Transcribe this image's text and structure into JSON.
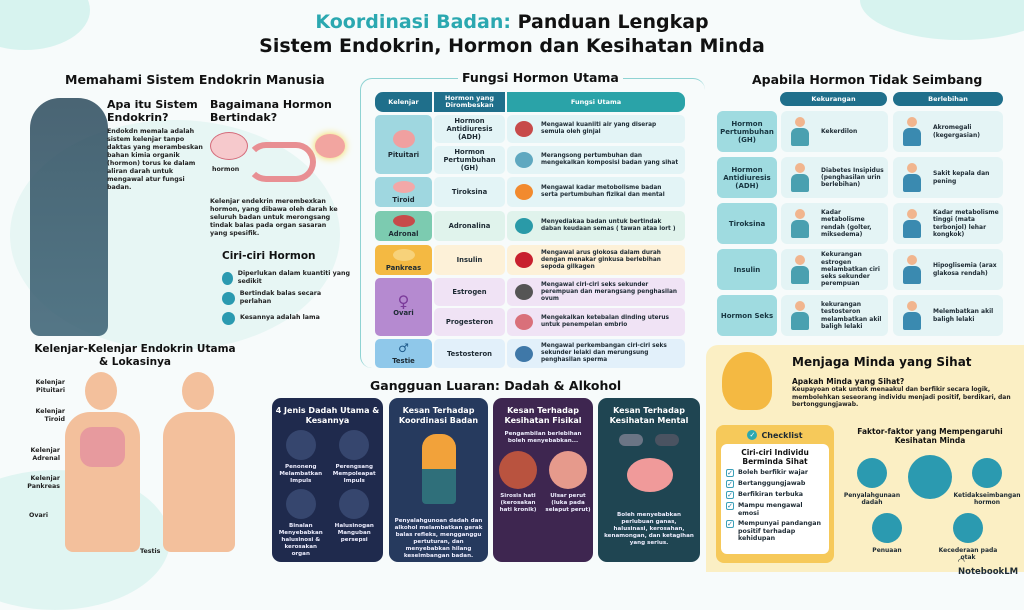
{
  "title": {
    "accent": "Koordinasi Badan:",
    "rest": " Panduan Lengkap",
    "line2": "Sistem Endokrin, Hormon dan Kesihatan Minda"
  },
  "colors": {
    "accent": "#2ba8b0",
    "header": "#1f6f8b",
    "pituitari": "#9fd7e0",
    "tiroid": "#9fd7e0",
    "adrenal": "#7ccbb0",
    "pankreas": "#f4b942",
    "ovari": "#b58ad0",
    "testie": "#8fc8ea",
    "dark_card": "#22284a",
    "mind_bg": "#fbefc4"
  },
  "understanding": {
    "title": "Memahami Sistem Endokrin Manusia",
    "what": {
      "heading": "Apa itu Sistem Endokrin?",
      "text": "Endokdn memala adalah sistem kelenjar tanpo daktas yang merambeskan bahan kimia organik (hormon) torus ke dalam aliran darah untuk mengawal atur fungsi badan."
    },
    "how": {
      "heading": "Bagaimana Hormon Bertindak?",
      "hormone_label": "hormon",
      "text": "Kelenjar endekrin merembexkan hormon, yang dibawa oleh darah ke seluruh badan untuk merongsang tindak balas pada organ sasaran yang spesifik."
    },
    "traits": {
      "heading": "Ciri-ciri Hormon",
      "items": [
        {
          "icon": "droplet-icon",
          "text": "Diperlukan dalam kuantiti yang sedikit"
        },
        {
          "icon": "clock-icon",
          "text": "Bertindak balas secara perlahan"
        },
        {
          "icon": "calendar-icon",
          "text": "Kesannya adalah lama"
        }
      ]
    }
  },
  "glands_map": {
    "title": "Kelenjar-Kelenjar Endokrin Utama & Lokasinya",
    "labels": [
      "Kelenjar Pituitari",
      "Kelenjar Tiroid",
      "Kelenjar Adrenal",
      "Kelenjar Pankreas",
      "Ovari"
    ],
    "testis": "Testis"
  },
  "functions": {
    "title": "Fungsi Hormon Utama",
    "headers": [
      "Kelenjar",
      "Hormon yang Dirombeskan",
      "Fungsi Utama"
    ],
    "glands": [
      "Pituitari",
      "Tiroid",
      "Adronal",
      "Pankreas",
      "Ovari",
      "Testie"
    ],
    "rows": [
      {
        "hormone": "Hormon Antidiuresis (ADH)",
        "function": "Mengawal kuaniiti air yang diserap semula oleh ginjal",
        "icon": "kidney-icon"
      },
      {
        "hormone": "Hormon Pertumbuhan (GH)",
        "function": "Merangsong pertumbuhan dan mengekalkan komposisi badan yang sihat",
        "icon": "growth-icon"
      },
      {
        "hormone": "Tiroksina",
        "function": "Mengawal kadar metobolisme badan serta pertumbuhan fizikal dan mental",
        "icon": "fire-icon"
      },
      {
        "hormone": "Adronalina",
        "function": "Menyediakaa badan untuk bertindak daban keudaan semas ( tawan ataa lort )",
        "icon": "running-icon"
      },
      {
        "hormone": "Insulin",
        "function": "Mengawal arus glokosa dalam durah dengan menakar ginkusa berlebihan sepoda gilkagen",
        "icon": "blood-drop-icon"
      },
      {
        "hormone": "Estrogen",
        "function": "Mengawal ciri-ciri seks sekunder perempuan dan merangsang penghasilan ovum",
        "icon": "woman-icon"
      },
      {
        "hormone": "Progesteron",
        "function": "Mengekalkan ketebalan dinding uterus untuk penempelan embrio",
        "icon": "uterus-icon"
      },
      {
        "hormone": "Testosteron",
        "function": "Mengawal perkembangan ciri-ciri seks sekunder lelaki dan merungsung penghasilan sperma",
        "icon": "man-icon"
      }
    ]
  },
  "imbalance": {
    "title": "Apabila Hormon Tidak Seimbang",
    "headers": [
      "Kekurangan",
      "Berlebihan"
    ],
    "rows": [
      {
        "label": "Hormon Pertumbuhan (GH)",
        "deficit": "Kekerdilon",
        "excess": "Akromegali (kegergasian)"
      },
      {
        "label": "Hormon Antidiuresis (ADH)",
        "deficit": "Diabetes Insipidus (penghasilan urin berlebihan)",
        "excess": "Sakit kepala dan pening"
      },
      {
        "label": "Tiroksina",
        "deficit": "Kadar metabolisme rendah (golter, miksedema)",
        "excess": "Kadar metabolisme tinggi (mata terbonjol) lehar kongkok)"
      },
      {
        "label": "Insulin",
        "deficit": "Kekurangan estrogen melambatkan ciri seks sekunder perempuan",
        "excess": "Hipoglisemia (arax glakosa rendah)"
      },
      {
        "label": "Hormon Seks",
        "deficit": "kekurangan testosteron melambatkan akil baligh lelaki",
        "excess": "Melembatkan akil baligh lelaki"
      }
    ]
  },
  "drugs": {
    "title": "Gangguan Luaran: Dadah & Alkohol",
    "types_card": {
      "title": "4 Jenis Dadah Utama & Kesannya",
      "items": [
        "Penoneng Melambatkan Impuls",
        "Perengsang Mempoleapat Impuls",
        "Binalan Menyebabkan halusinosi & kerosakan organ",
        "Halusinogan Manguban persepsi"
      ]
    },
    "coordination_card": {
      "title": "Kesan Terhadap Koordinasi Badan",
      "text": "Penyalahgunoan dadah dan alkohol melambatkan gerak balas refleks, mengganggu pertuturan, dan menyebabkan hilang keseimbangan badan."
    },
    "physical_card": {
      "title": "Kesan Terhadap Kesihatan Fisikal",
      "intro": "Pengambilan berlebihan boleh menyebabkan...",
      "items": [
        "Sirosis hati (kerosakan hati kronik)",
        "Ulsar perut (luka pada selaput perut)"
      ]
    },
    "mental_card": {
      "title": "Kesan Terhadap Kesihatan Mental",
      "text": "Boleh menyebabkan perlubuan ganas, halusinasi, kerosahan, kenamongan, dan ketagihan yang serius."
    }
  },
  "mind": {
    "title": "Menjaga Minda yang Sihat",
    "question": "Apakah Minda yang Sihat?",
    "answer": "Keupayoan otak untuk menaakul dan berfikir secara logik, membolehkan seseorang individu menjadi positif, berdikari, dan bertonggungjawab.",
    "checklist": {
      "badge": "Checklist",
      "title": "Ciri-ciri Individu Berminda Sihat",
      "items": [
        "Boleh berfikir wajar",
        "Bertanggungjawab",
        "Berfikiran terbuka",
        "Mampu mengawal emosi",
        "Mempunyai pandangan positif terhadap kehidupan"
      ]
    },
    "factors": {
      "title": "Faktor-faktor yang Mempengaruhi Kesihatan Minda",
      "items": [
        "Penyalahgunaan dadah",
        "Ketidakseimbangan hormon",
        "Penuaan",
        "Kecederaan pada otak"
      ]
    }
  },
  "watermark": "NotebookLM"
}
